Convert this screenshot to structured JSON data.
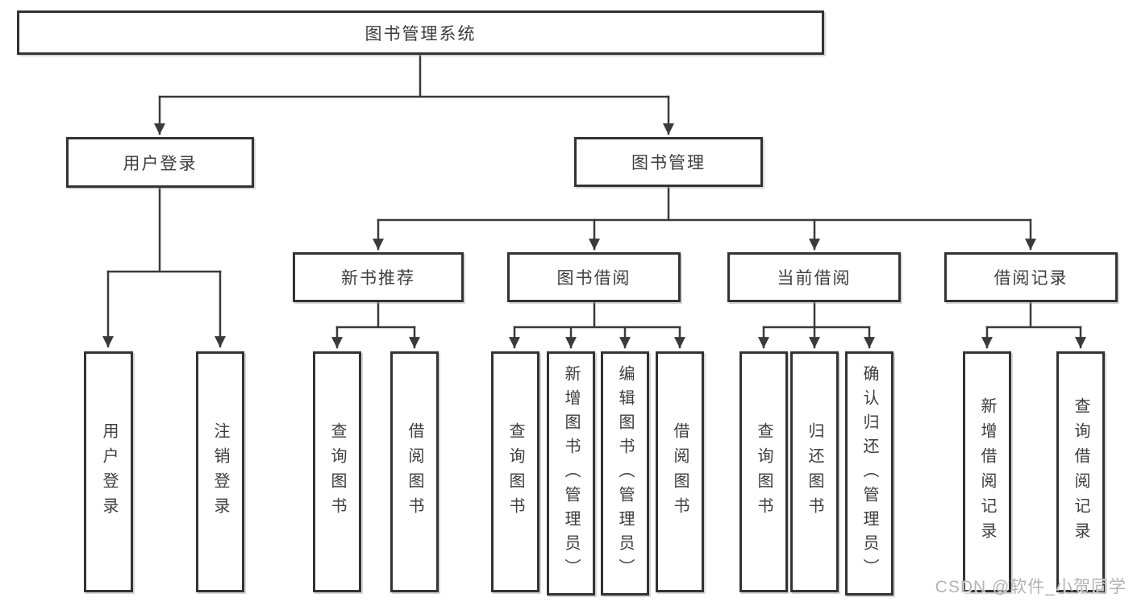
{
  "tree": {
    "root": {
      "label": "图书管理系统",
      "children": [
        {
          "label": "用户登录",
          "children": [
            {
              "label": "用户登录"
            },
            {
              "label": "注销登录"
            }
          ]
        },
        {
          "label": "图书管理",
          "children": [
            {
              "label": "新书推荐",
              "children": [
                {
                  "label": "查询图书"
                },
                {
                  "label": "借阅图书"
                }
              ]
            },
            {
              "label": "图书借阅",
              "children": [
                {
                  "label": "查询图书"
                },
                {
                  "label": "新增图书（管理员）"
                },
                {
                  "label": "编辑图书（管理员）"
                },
                {
                  "label": "借阅图书"
                }
              ]
            },
            {
              "label": "当前借阅",
              "children": [
                {
                  "label": "查询图书"
                },
                {
                  "label": "归还图书"
                },
                {
                  "label": "确认归还（管理员）"
                }
              ]
            },
            {
              "label": "借阅记录",
              "children": [
                {
                  "label": "新增借阅记录"
                },
                {
                  "label": "查询借阅记录"
                }
              ]
            }
          ]
        }
      ]
    }
  },
  "watermark": {
    "text": "CSDN @软件_小贺同学"
  },
  "colors": {
    "line": "#3a3a3a",
    "box_border": "#333333",
    "text": "#3d3d3d",
    "watermark": "#b3b3b3",
    "background": "#ffffff"
  }
}
